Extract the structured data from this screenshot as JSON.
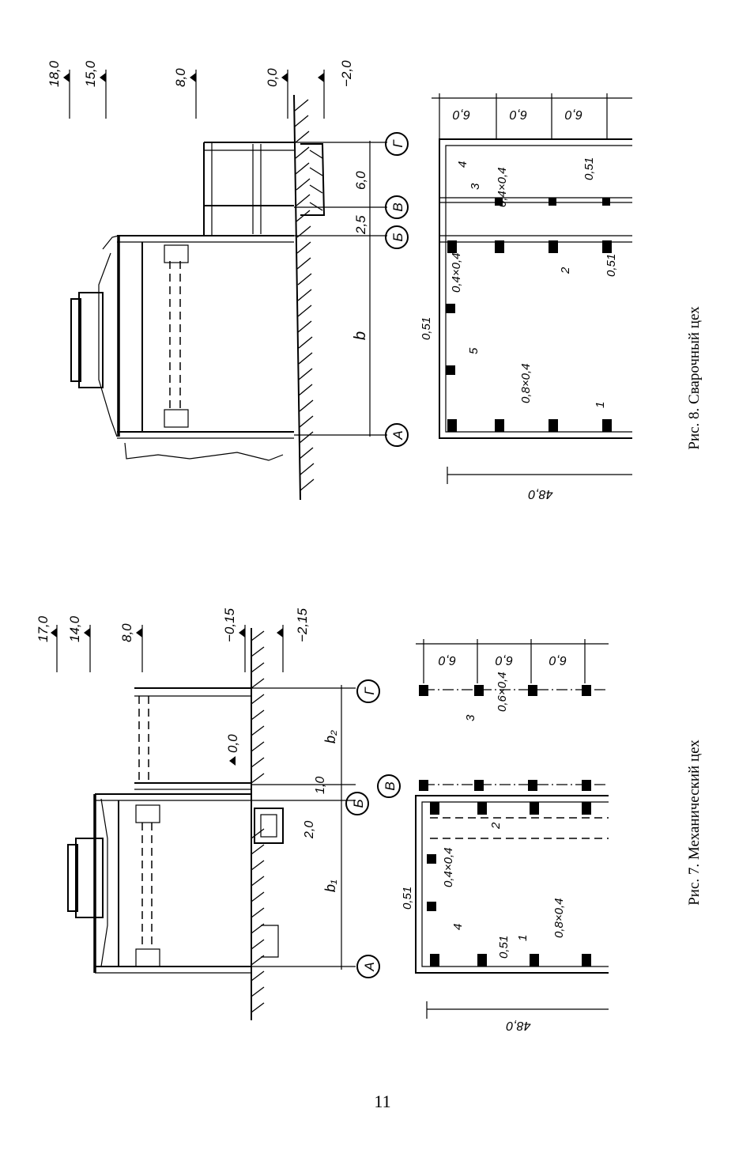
{
  "page_number": "11",
  "fig7": {
    "caption": "Рис. 7. Механический цех",
    "levels": [
      "17,0",
      "14,0",
      "8,0",
      "−0,15",
      "−2,15"
    ],
    "floor_level": "0,0",
    "axes": [
      "А",
      "Б",
      "В",
      "Г"
    ],
    "spans": [
      "b₁",
      "b₂"
    ],
    "offset_1": "1,0",
    "offset_2": "2,0",
    "plan_length": "48,0",
    "bays": [
      "6,0",
      "6,0",
      "6,0"
    ],
    "wall": "0,51",
    "columns": [
      "0,8×0,4",
      "0,6×0,4",
      "0,4×0,4"
    ],
    "marks": [
      "1",
      "2",
      "3",
      "4"
    ]
  },
  "fig8": {
    "caption": "Рис. 8. Сварочный цех",
    "levels": [
      "18,0",
      "15,0",
      "8,0",
      "0,0",
      "−2,0"
    ],
    "axes": [
      "А",
      "Б",
      "В",
      "Г"
    ],
    "span": "b",
    "offset_1": "2,5",
    "offset_2": "6,0",
    "plan_length": "48,0",
    "bays": [
      "6,0",
      "6,0",
      "6,0"
    ],
    "wall": "0,51",
    "columns": [
      "0,8×0,4",
      "0,4×0,4",
      "0,4×0,4"
    ],
    "marks": [
      "1",
      "2",
      "3",
      "4",
      "5"
    ]
  }
}
